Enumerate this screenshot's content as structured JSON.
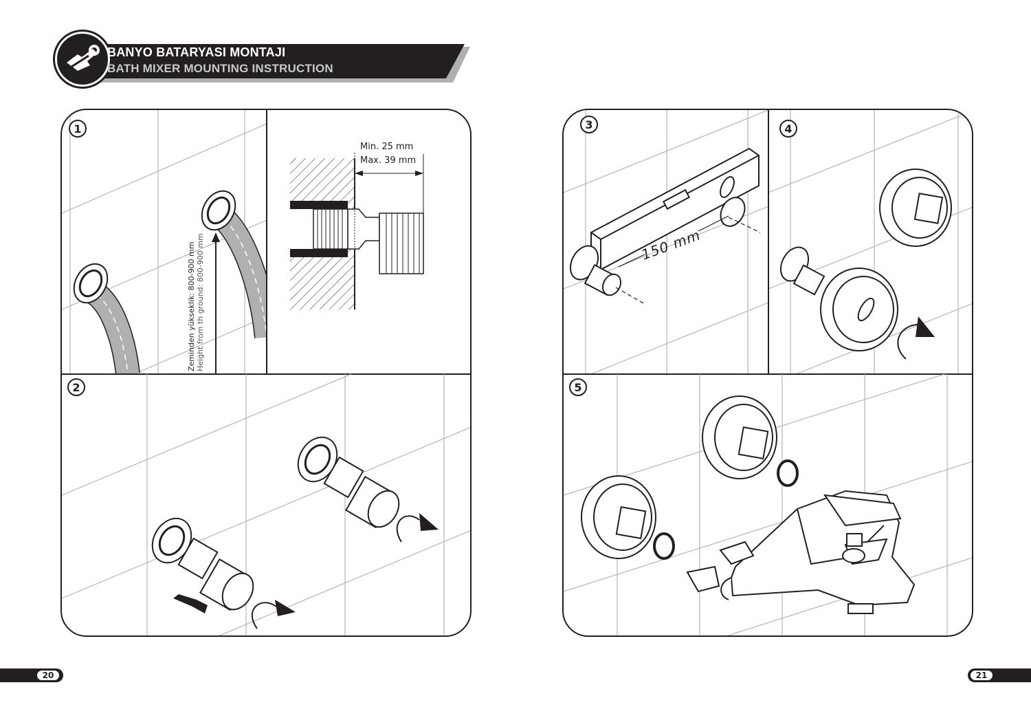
{
  "header": {
    "title_tr": "BANYO BATARYASI MONTAJI",
    "title_en": "BATH MIXER MOUNTING INSTRUCTION"
  },
  "steps": {
    "s1": "1",
    "s2": "2",
    "s3": "3",
    "s4": "4",
    "s5": "5"
  },
  "step1": {
    "min_depth": "Min. 25 mm",
    "max_depth": "Max. 39 mm",
    "height_tr": "Zeminden yükseklik: 800-900 mm",
    "height_en": "Height from th ground: 800-900 mm"
  },
  "step3": {
    "spacing": "150 mm"
  },
  "pages": {
    "left": "20",
    "right": "21"
  },
  "colors": {
    "ink": "#231f20",
    "grid": "#b5b5b5",
    "hose": "#9e9e9e"
  }
}
